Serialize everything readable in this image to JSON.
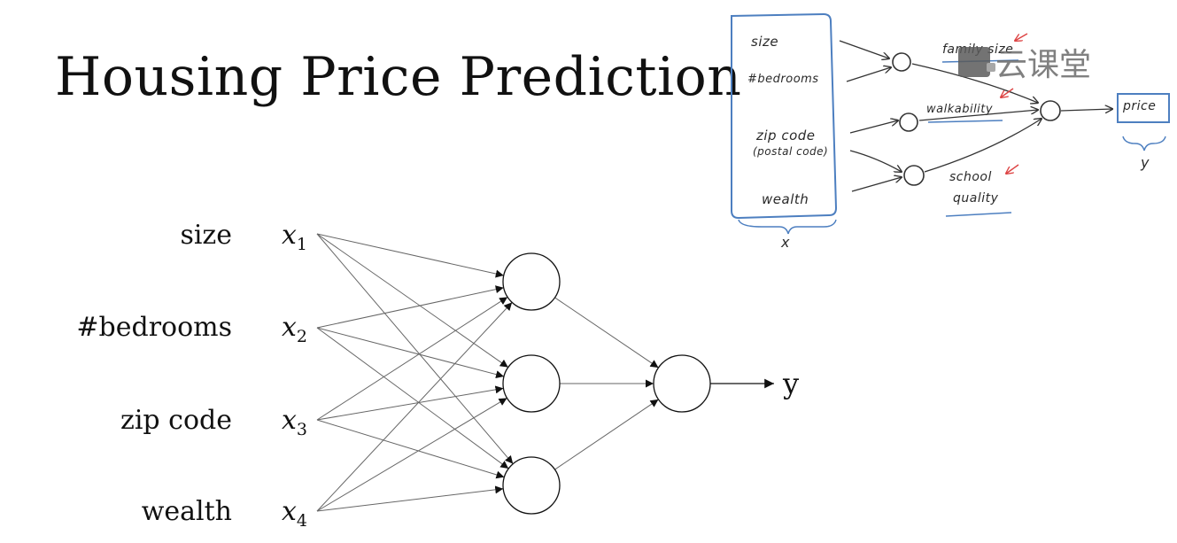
{
  "title": "Housing Price Prediction",
  "features": [
    {
      "label": "size",
      "var": "x",
      "sub": "1"
    },
    {
      "label": "#bedrooms",
      "var": "x",
      "sub": "2"
    },
    {
      "label": "zip code",
      "var": "x",
      "sub": "3"
    },
    {
      "label": "wealth",
      "var": "x",
      "sub": "4"
    }
  ],
  "output_label": "y",
  "sketch": {
    "inputs": [
      "size",
      "#bedrooms",
      "zip code",
      "(postal code)",
      "wealth"
    ],
    "input_group_label": "x",
    "hidden_labels": [
      "family size",
      "walkability",
      "school",
      "quality"
    ],
    "output_box": "price",
    "output_label": "y"
  },
  "watermark": {
    "text": "云课堂"
  }
}
